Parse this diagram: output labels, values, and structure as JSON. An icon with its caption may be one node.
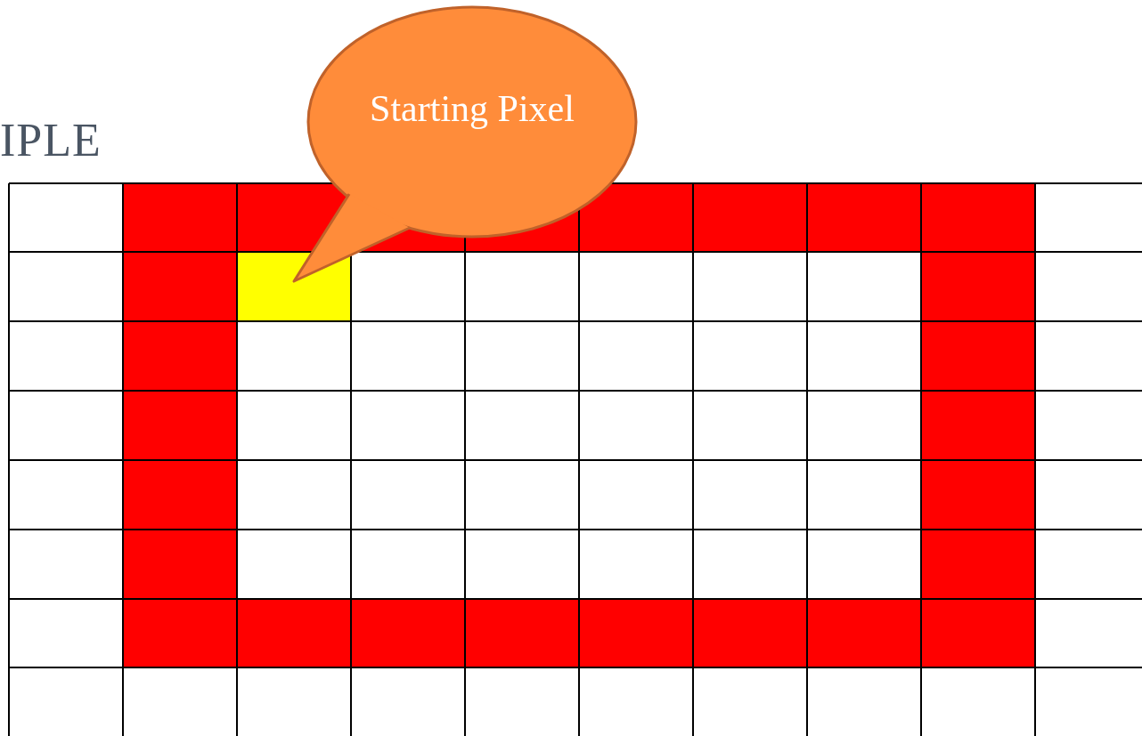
{
  "diagram": {
    "title": "IPLE",
    "nodes": [
      {
        "text": [
          "Starting Pixel"
        ]
      },
      {
        "text": [],
        "shape": "box"
      }
    ],
    "edges": [
      {
        "from": 0,
        "to": 1,
        "arrow": "none"
      }
    ]
  }
}
